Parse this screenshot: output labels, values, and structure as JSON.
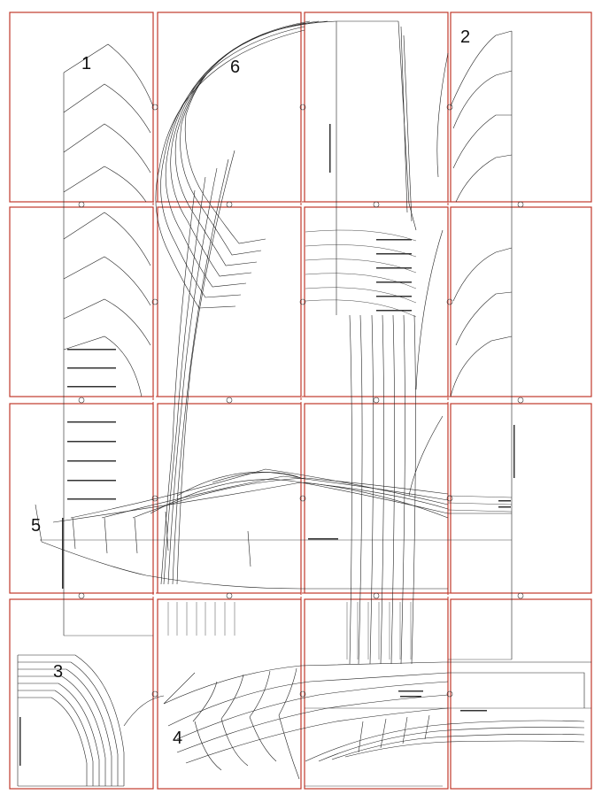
{
  "pieces": [
    {
      "id": "1",
      "label": "1"
    },
    {
      "id": "2",
      "label": "2"
    },
    {
      "id": "3",
      "label": "3"
    },
    {
      "id": "4",
      "label": "4"
    },
    {
      "id": "5",
      "label": "5"
    },
    {
      "id": "6",
      "label": "6"
    }
  ],
  "grid": {
    "columns": 4,
    "rows": 4
  },
  "colors": {
    "page_frame": "#c0392b",
    "pattern_line": "#222222",
    "background": "#ffffff"
  }
}
